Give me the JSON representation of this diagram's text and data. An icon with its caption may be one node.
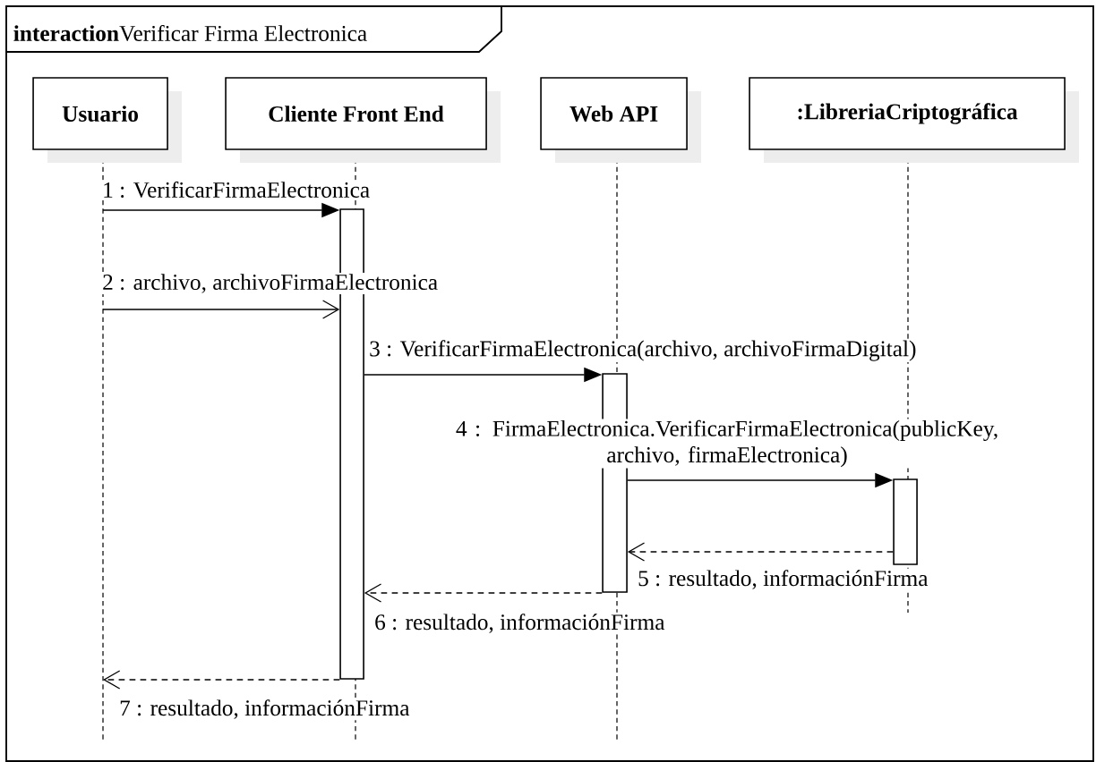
{
  "diagram": {
    "nodes": [
      {
        "text": [
          "**interaction**Verificar Firma Electronica"
        ]
      },
      {
        "text": [
          "Usuario"
        ],
        "in": 0
      },
      {
        "text": [
          "Cliente Front End"
        ],
        "in": 0
      },
      {
        "text": [
          "Web API"
        ],
        "in": 0
      },
      {
        "text": [
          ":LibreriaCriptográfica"
        ],
        "in": 0
      },
      {
        "text": [],
        "shape": "bar",
        "in": 0
      },
      {
        "text": [],
        "shape": "bar",
        "in": 0
      },
      {
        "text": [],
        "shape": "bar",
        "in": 0
      }
    ],
    "edges": [
      {
        "from": null,
        "to": 5,
        "arrow": "to",
        "label": "1 : VerificarFirmaElectronica"
      },
      {
        "from": null,
        "to": 5,
        "arrow": "to",
        "label": "2 : archivo, archivoFirmaElectronica"
      },
      {
        "from": 5,
        "to": 6,
        "arrow": "to",
        "label": "3 : VerificarFirmaElectronica(archivo, archivoFirmaDigital)"
      },
      {
        "from": 6,
        "to": 7,
        "arrow": "to",
        "label": "4 : FirmaElectronica.VerificarFirmaElectronica(publicKey, archivo, firmaElectronica)"
      },
      {
        "from": 7,
        "to": 6,
        "arrow": "to",
        "style": "dashed",
        "label": "5 : resultado, informaciónFirma"
      },
      {
        "from": 6,
        "to": 5,
        "arrow": "to",
        "style": "dashed",
        "label": "6 : resultado, informaciónFirma"
      },
      {
        "from": 5,
        "to": null,
        "arrow": "to",
        "style": "dashed",
        "label": "7 : resultado, informaciónFirma"
      }
    ]
  }
}
